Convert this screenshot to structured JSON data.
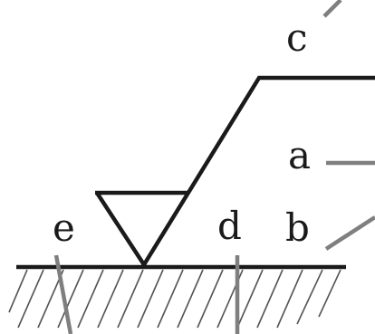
{
  "labels": {
    "a": "a",
    "b": "b",
    "c": "c",
    "d": "d",
    "e": "e"
  },
  "colors": {
    "symbol": "#1a1a1a",
    "leader": "#7f7f7f",
    "hatch": "#555555",
    "background": "#ffffff"
  }
}
